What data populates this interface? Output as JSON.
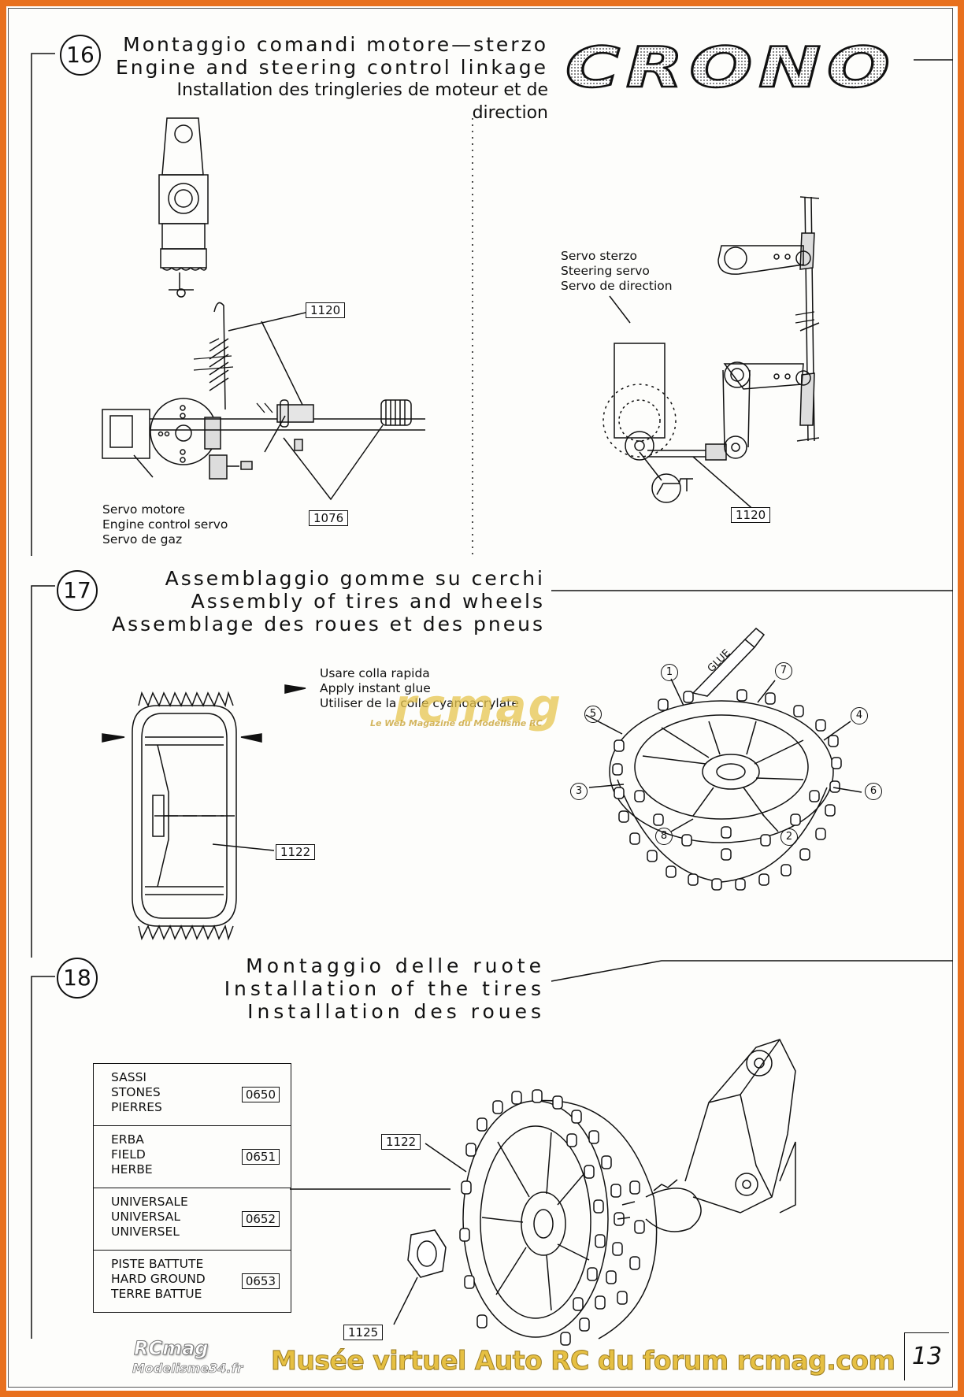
{
  "brand": {
    "logo_text": "CRONO"
  },
  "sections": [
    {
      "number": "16",
      "title_it": "Montaggio comandi motore—sterzo",
      "title_en": "Engine and steering control linkage",
      "title_fr": "Installation des tringleries de moteur et de direction"
    },
    {
      "number": "17",
      "title_it": "Assemblaggio gomme su cerchi",
      "title_en": "Assembly of tires and wheels",
      "title_fr": "Assemblage des roues et des pneus"
    },
    {
      "number": "18",
      "title_it": "Montaggio delle ruote",
      "title_en": "Installation of the tires",
      "title_fr": "Installation des roues"
    }
  ],
  "s16": {
    "engine_servo": [
      "Servo motore",
      "Engine control servo",
      "Servo de gaz"
    ],
    "steering_servo": [
      "Servo sterzo",
      "Steering servo",
      "Servo de direction"
    ],
    "parts": {
      "a": "1120",
      "b": "1076",
      "c": "1120"
    }
  },
  "s17": {
    "glue": [
      "Usare colla rapida",
      "Apply instant glue",
      "Utiliser de la colle cyanoacrylate"
    ],
    "glue_tube": "GLUE",
    "part": "1122",
    "order": [
      "1",
      "2",
      "3",
      "4",
      "5",
      "6",
      "7",
      "8"
    ]
  },
  "s18": {
    "table": [
      {
        "l1": "SASSI",
        "l2": "STONES",
        "l3": "PIERRES",
        "code": "0650"
      },
      {
        "l1": "ERBA",
        "l2": "FIELD",
        "l3": "HERBE",
        "code": "0651"
      },
      {
        "l1": "UNIVERSALE",
        "l2": "UNIVERSAL",
        "l3": "UNIVERSEL",
        "code": "0652"
      },
      {
        "l1": "PISTE BATTUTE",
        "l2": "HARD GROUND",
        "l3": "TERRE BATTUE",
        "code": "0653"
      }
    ],
    "parts": {
      "wheel": "1122",
      "nut": "1125"
    }
  },
  "watermark": {
    "center_big": "rcmag",
    "center_small": "Le Web Magazine du Modélisme RC",
    "logo_top": "RCmag",
    "logo_bottom": "Modelisme34.fr",
    "footer": "Musée virtuel Auto RC du forum rcmag.com"
  },
  "page_number": "13",
  "colors": {
    "border": "#e8701e",
    "watermark": "#e7c64f",
    "footer_text": "#d9a927"
  }
}
